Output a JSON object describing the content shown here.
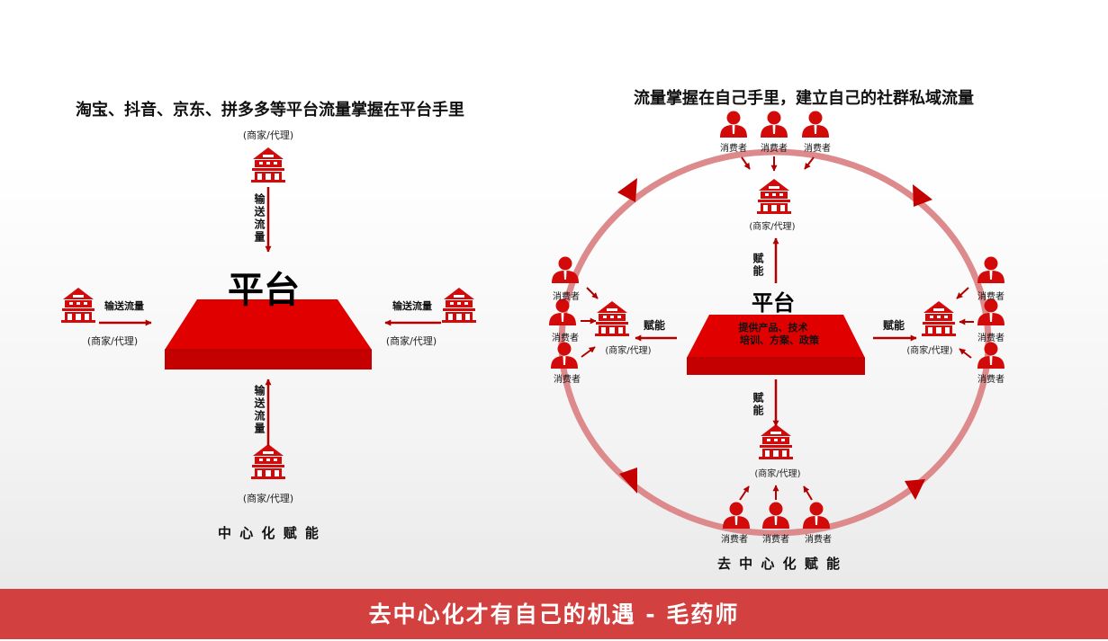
{
  "colors": {
    "red": "#d20a0a",
    "dark_red": "#b00000",
    "ring": "#dd8a8d",
    "footer": "#d24040"
  },
  "left": {
    "title": "淘宝、抖音、京东、拼多多等平台流量掌握在平台手里",
    "platform_label": "平台",
    "merchant_label": "(商家/代理)",
    "flow_vertical": "输送流量",
    "flow_horizontal": "输送流量",
    "caption": "中 心 化 赋 能"
  },
  "right": {
    "title": "流量掌握在自己手里，建立自己的社群私域流量",
    "platform_label": "平台",
    "platform_desc_line1": "提供产品、技术",
    "platform_desc_line2": "培训、方案、政策",
    "merchant_label": "(商家/代理)",
    "empower": "赋能",
    "consumer_label": "消费者",
    "caption": "去 中 心 化 赋 能"
  },
  "footer": {
    "text": "去中心化才有自己的机遇 - 毛药师"
  }
}
